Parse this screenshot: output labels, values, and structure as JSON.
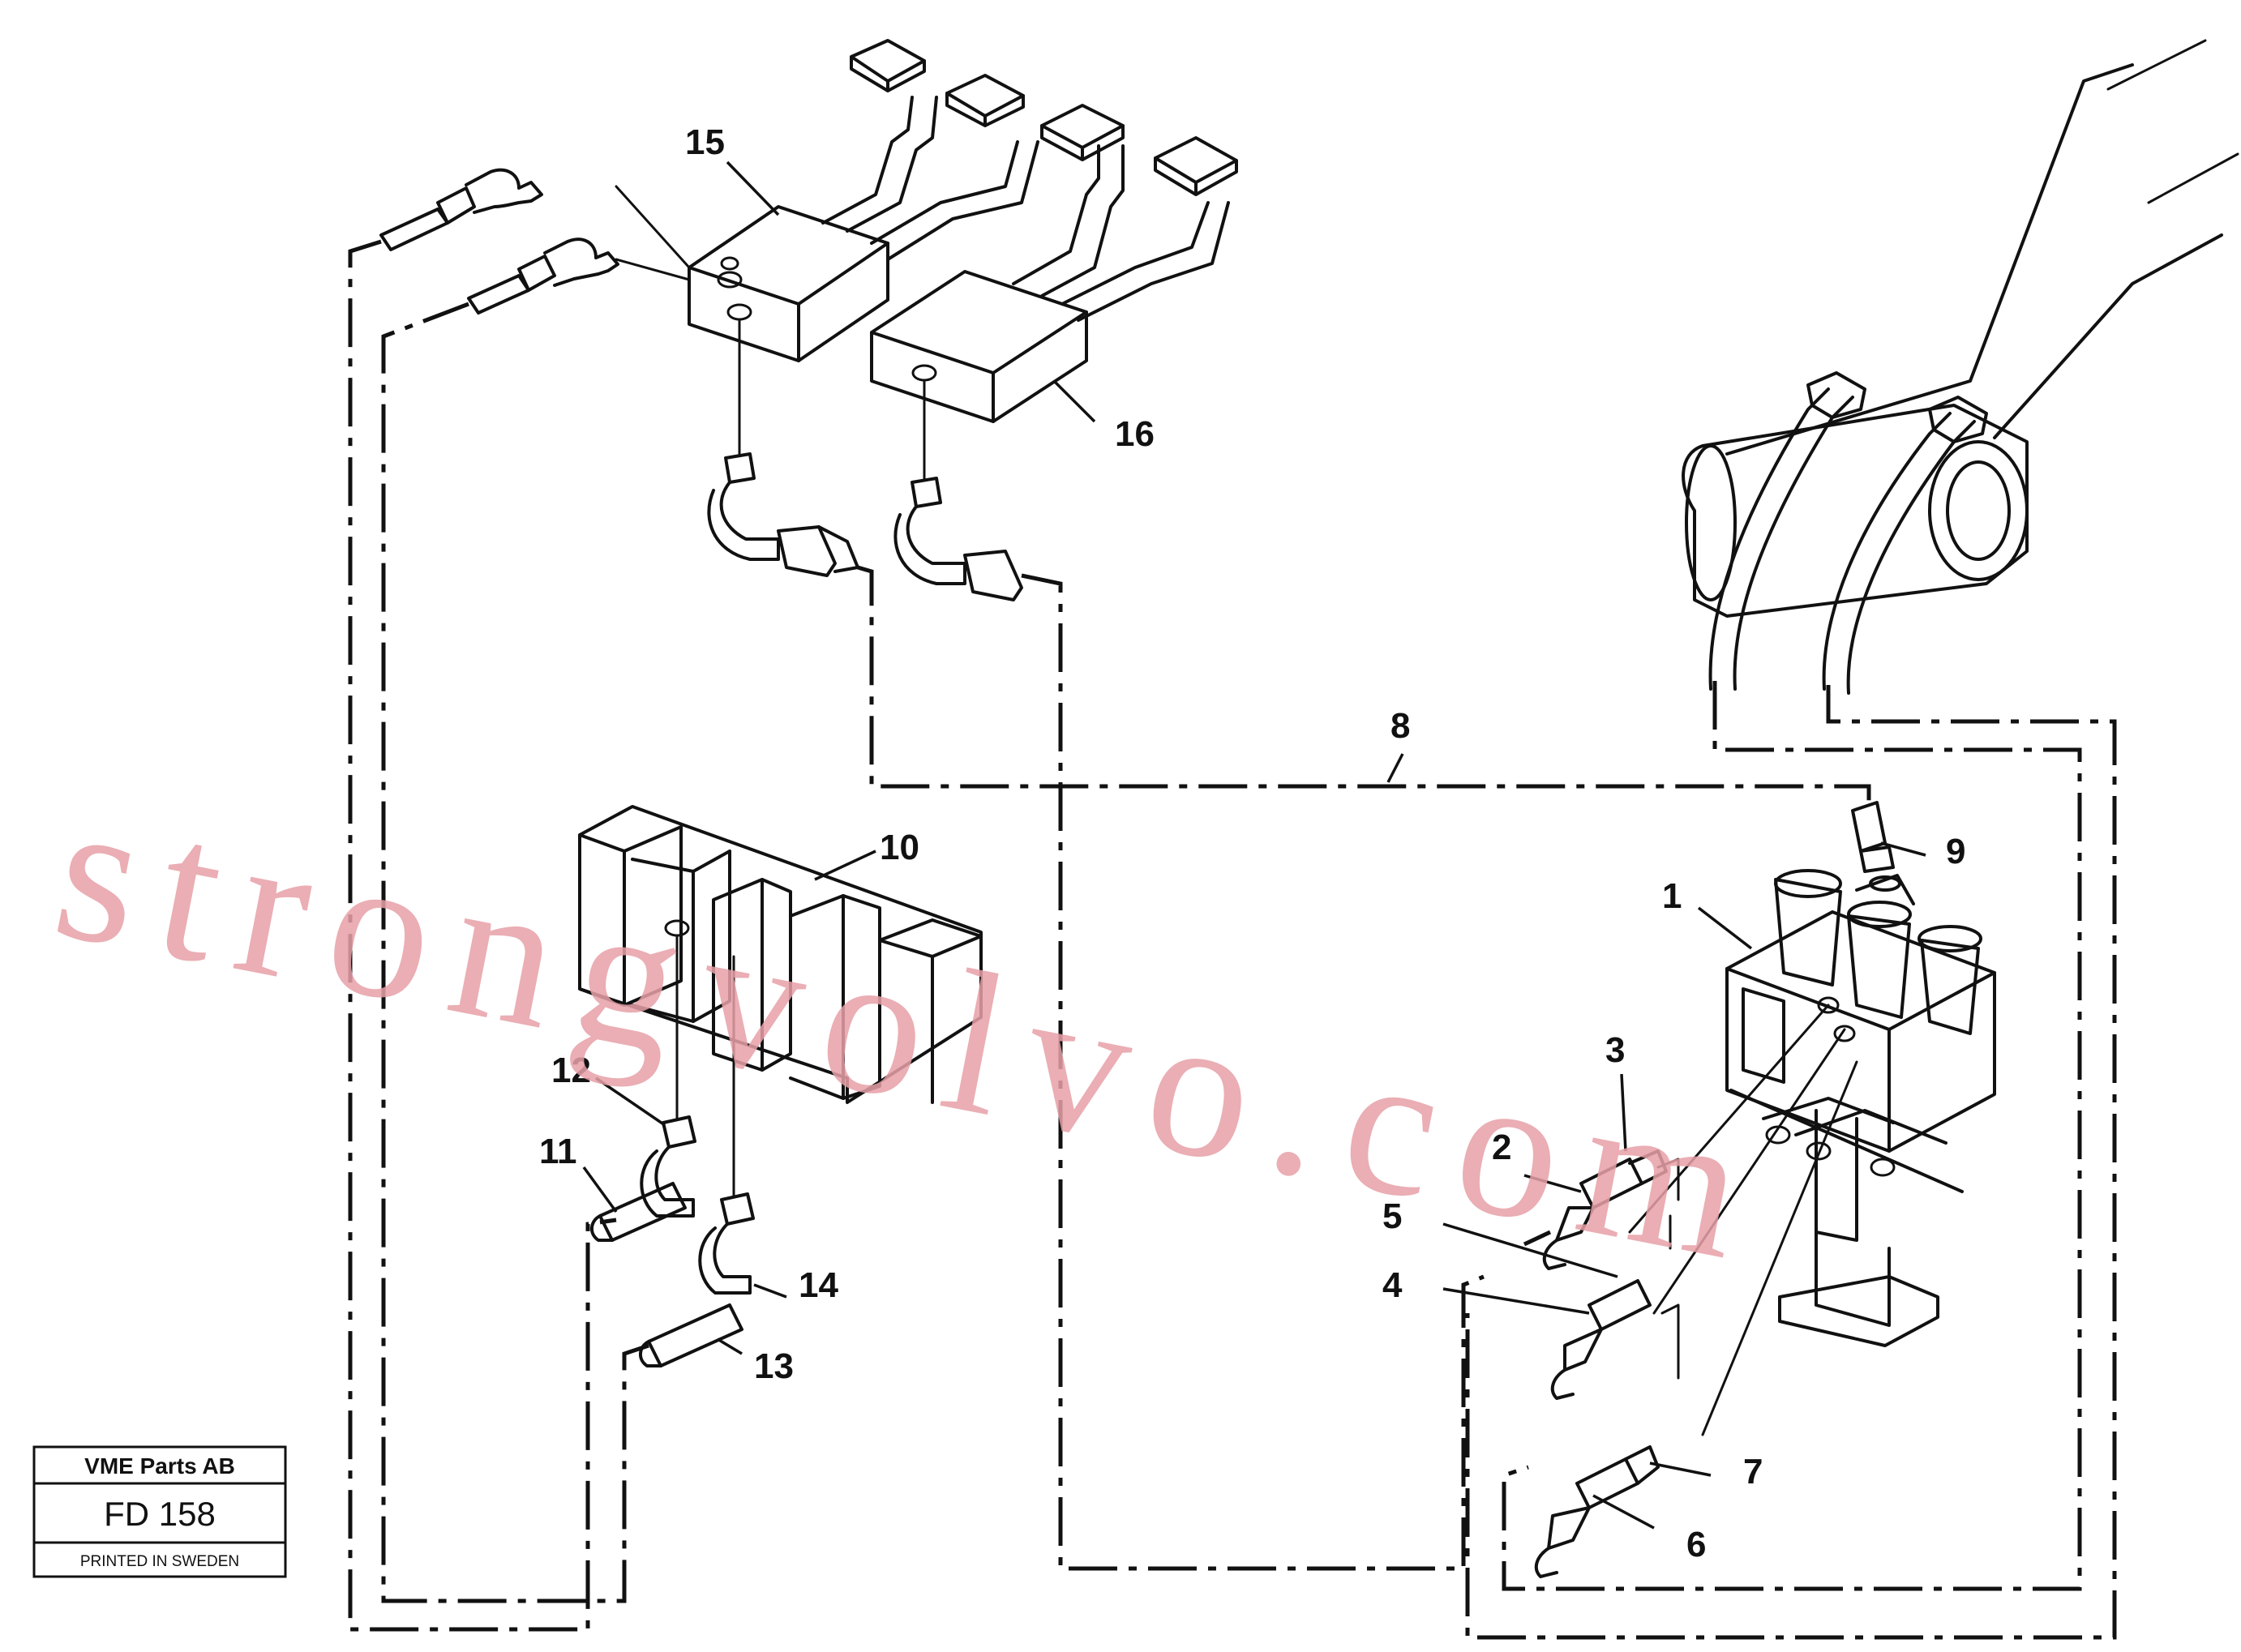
{
  "diagram": {
    "callouts": [
      "1",
      "2",
      "3",
      "4",
      "5",
      "6",
      "7",
      "8",
      "9",
      "10",
      "11",
      "12",
      "13",
      "14",
      "15",
      "16"
    ]
  },
  "title_block": {
    "company": "VME Parts AB",
    "drawing_no": "FD 158",
    "printed": "PRINTED IN SWEDEN"
  },
  "watermark": {
    "text": "strongvolvo.com"
  }
}
